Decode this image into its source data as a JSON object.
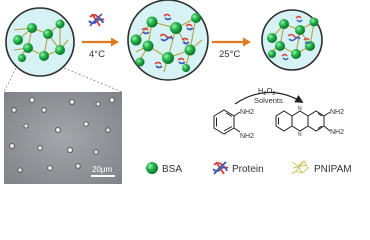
{
  "steps": {
    "cool_temp": "4°C",
    "warm_temp": "25°C"
  },
  "reaction": {
    "reagent": "H2O2",
    "solvent": "Solvents",
    "reactant_group_1": "NH2",
    "reactant_group_2": "NH2",
    "product_group_1": "NH2",
    "product_group_2": "NH2"
  },
  "micrograph": {
    "scale_bar_label": "20μm"
  },
  "legend": {
    "bsa": "BSA",
    "protein": "Protein",
    "pnipam": "PNIPAM"
  },
  "colors": {
    "bsa_sphere": "#22b44a",
    "protein": "#d8413c",
    "protein_alt": "#3b5bb5",
    "pnipam": "#c8c25a",
    "capsule_fill": "#d6f2f4",
    "capsule_border": "#2d2d2d",
    "arrow": "#e07a1f",
    "sem_bg": "#8e9296"
  }
}
